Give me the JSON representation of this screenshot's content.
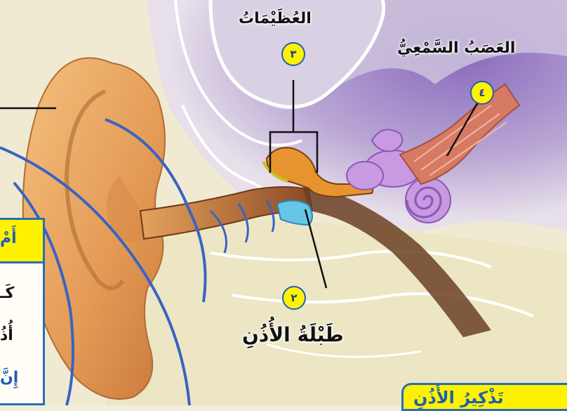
{
  "labels": {
    "ossicles": {
      "number": "٣",
      "text": "العُظَيْمَاتُ"
    },
    "auditory_nerve": {
      "number": "٤",
      "text": "العَصَبُ السَّمْعِيُّ"
    },
    "eardrum": {
      "number": "٢",
      "text": "طَبْلَةُ الأُذُنِ"
    }
  },
  "side_panel": {
    "heading": "أَمْ",
    "line1": "كَـ",
    "line2": "أُذُ",
    "line3": "إِنَّ"
  },
  "bottom_box": {
    "text": "تَذْكِيرُ الأُذُنِ"
  }
}
